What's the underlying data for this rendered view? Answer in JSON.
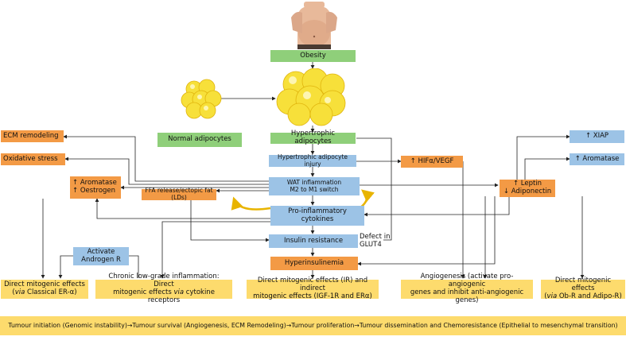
{
  "nodes": {
    "obesity": "Obesity",
    "normal_adipocytes": "Normal adipocytes",
    "hypertrophic_adipocytes": "Hypertrophic adipocytes",
    "hypertrophic_injury": "Hypertrophic adipocyte injury",
    "wat_inflammation_l1": "WAT inflammation",
    "wat_inflammation_l2": "M2 to M1 switch",
    "pro_inflammatory_l1": "Pro-inflammatory",
    "pro_inflammatory_l2": "cytokines",
    "insulin_resistance": "Insulin resistance",
    "hyperinsulinemia": "Hyperinsulinemia",
    "ecm_remodeling": "ECM remodeling",
    "oxidative_stress": "Oxidative stress",
    "aromatase_oestrogen_l1": "↑ Aromatase",
    "aromatase_oestrogen_l2": "↑ Oestrogen",
    "ffa_release": "FFA release/ectopic fat (LDs)",
    "hif_vegf": "↑ HIFα/VEGF",
    "xiap": "↑ XIAP",
    "aromatase_right": "↑ Aromatase",
    "leptin_l1": "↑ Leptin",
    "leptin_l2": "↓ Adiponectin",
    "activate_androgen_l1": "Activate",
    "activate_androgen_l2": "Androgen R",
    "defect_glut4_l1": "Defect in",
    "defect_glut4_l2": "GLUT4"
  },
  "effects": {
    "e1_l1": "Direct mitogenic effects",
    "e1_l2a": "via",
    "e1_l2b": " Classical ER-α)",
    "e2_l1": "Chronic low-grade inflammation: Direct",
    "e2_l2a": "mitogenic effects ",
    "e2_l2b": "via",
    "e2_l2c": " cytokine receptors",
    "e3_l1": "Direct mitogenic effects (IR) and indirect",
    "e3_l2": "mitogenic effects (IGF-1R and ERα)",
    "e4_l1": "Angiogenesis (activate pro-angiogenic",
    "e4_l2": "genes and inhibit anti-angiogenic genes)",
    "e5_l1": "Direct mitogenic effects",
    "e5_l2a": "via",
    "e5_l2b": " Ob-R and Adipo-R)"
  },
  "bottom_bar": "Tumour initiation (Genomic instability)→Tumour survival (Angiogenesis, ECM Remodeling)→Tumour proliferation→Tumour dissemination and Chemoresistance (Epithelial to mesenchymal transition)",
  "colors": {
    "green": "#8fcf7a",
    "blue": "#9cc3e6",
    "orange": "#f39a45",
    "yellow": "#fddb6d",
    "cycle_arrow": "#e8b400"
  }
}
